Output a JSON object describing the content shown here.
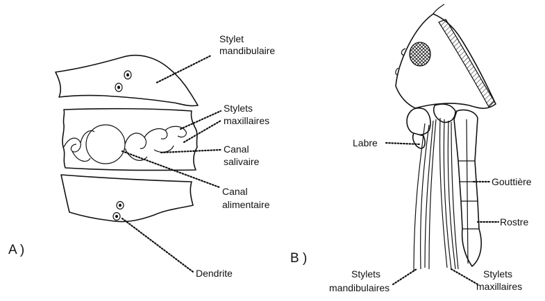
{
  "panel_a": {
    "letter": "A )",
    "labels": {
      "stylet_mandibulaire_1": "Stylet",
      "stylet_mandibulaire_2": "mandibulaire",
      "stylets_maxillaires_1": "Stylets",
      "stylets_maxillaires_2": "maxillaires",
      "canal_salivaire_1": "Canal",
      "canal_salivaire_2": "salivaire",
      "canal_alimentaire_1": "Canal",
      "canal_alimentaire_2": "alimentaire",
      "dendrite": "Dendrite"
    }
  },
  "panel_b": {
    "letter": "B )",
    "labels": {
      "labre": "Labre",
      "gouttiere": "Gouttière",
      "rostre": "Rostre",
      "stylets_mandibulaires_1": "Stylets",
      "stylets_mandibulaires_2": "mandibulaires",
      "stylets_maxillaires_1": "Stylets",
      "stylets_maxillaires_2": "maxillaires"
    }
  }
}
